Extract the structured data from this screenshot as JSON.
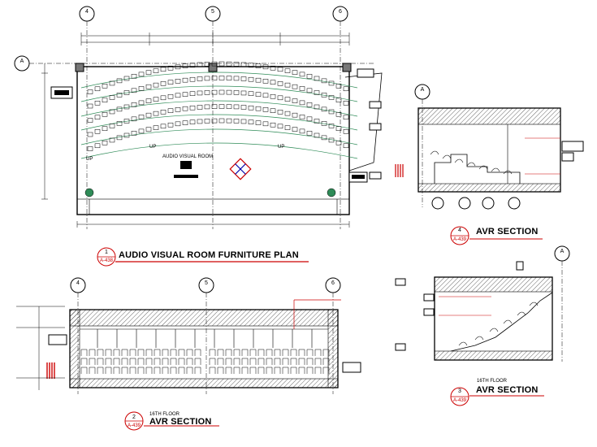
{
  "grid_labels": {
    "four": "4",
    "five": "5",
    "six": "6",
    "a": "A"
  },
  "plan": {
    "title": "AUDIO VISUAL ROOM FURNITURE PLAN",
    "detail_no": "1",
    "sheet_ref": "A-438",
    "room_label": "AUDIO VISUAL ROOM",
    "up_label": "UP"
  },
  "section4": {
    "title": "AVR SECTION",
    "detail_no": "4",
    "sheet_ref": "A-439"
  },
  "section2": {
    "title": "AVR SECTION",
    "floor": "16TH FLOOR",
    "detail_no": "2",
    "sheet_ref": "A-439"
  },
  "section3": {
    "title": "AVR SECTION",
    "floor": "16TH FLOOR",
    "detail_no": "3",
    "sheet_ref": "A-439"
  },
  "colors": {
    "line": "#000000",
    "accent_red": "#cc0000",
    "green": "#2e8b57"
  }
}
